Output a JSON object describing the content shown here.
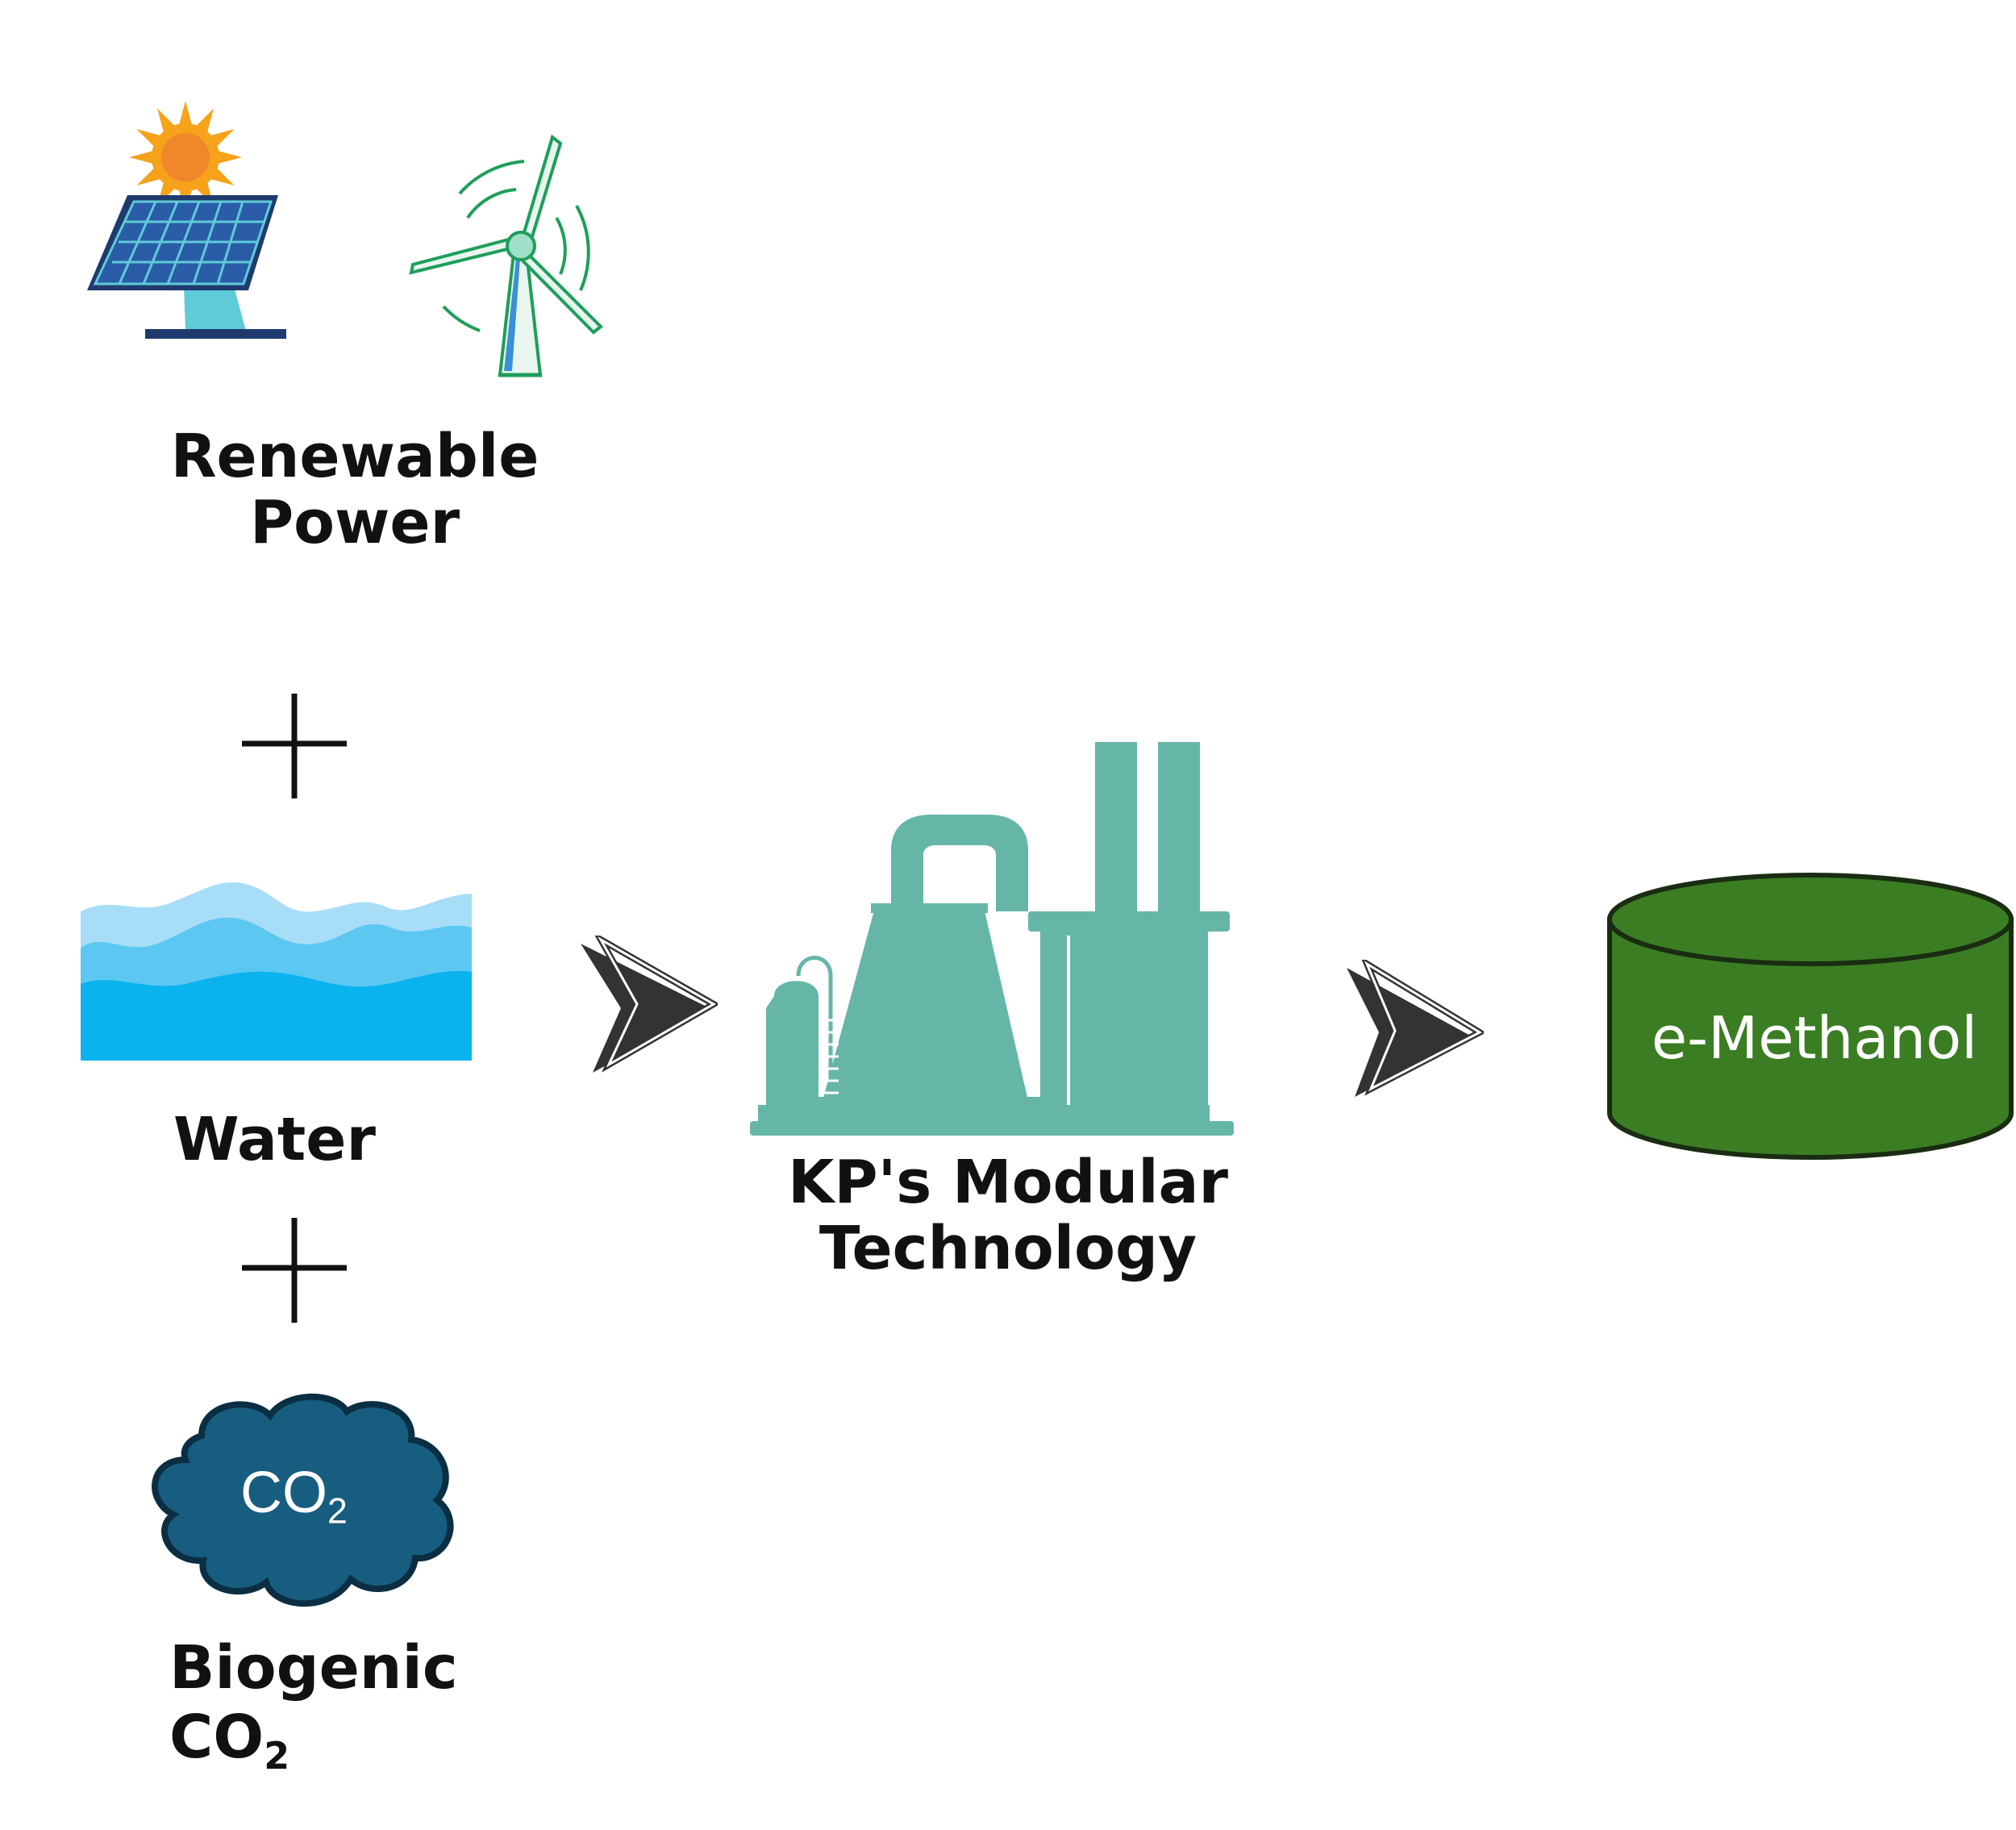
{
  "inputs": {
    "power": {
      "line1": "Renewable",
      "line2": "Power"
    },
    "water": {
      "label": "Water"
    },
    "co2": {
      "cloud_main": "CO",
      "cloud_sub": "2",
      "line1": "Biogenic",
      "line2_main": "CO",
      "line2_sub": "2"
    }
  },
  "process": {
    "line1": "KP's Modular",
    "line2": "Technology"
  },
  "product": {
    "label": "e-Methanol"
  },
  "icons": {
    "solar": "solar-panel-icon",
    "wind": "wind-turbine-icon",
    "water": "water-waves-icon",
    "cloud": "co2-cloud-icon",
    "factory": "factory-icon",
    "tank": "cylinder-tank-icon",
    "plus": "plus-icon",
    "arrow": "arrow-right-icon"
  },
  "colors": {
    "sun": "#F7A21B",
    "solar_panel": "#2A5CA8",
    "wind": "#1E9E5A",
    "water_light": "#A8DDF7",
    "water_mid": "#5CC8F2",
    "water_dark": "#0BB3EE",
    "cloud": "#175D7F",
    "factory": "#66B6A8",
    "tank": "#3B7D23",
    "arrow": "#333333"
  }
}
